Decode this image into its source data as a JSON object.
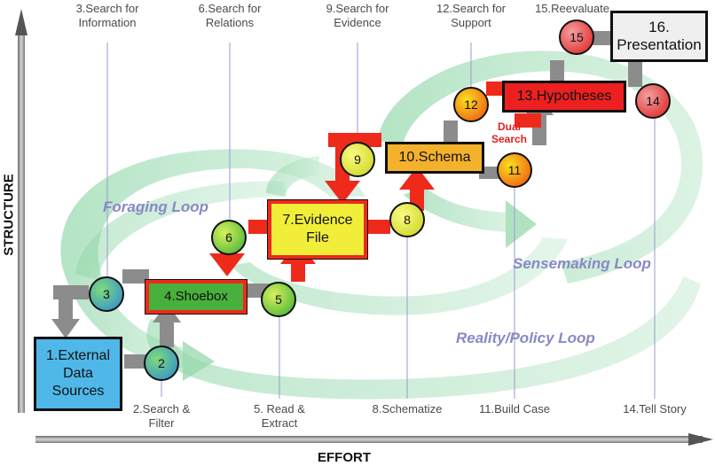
{
  "axes": {
    "y_label": "STRUCTURE",
    "x_label": "EFFORT"
  },
  "loops": {
    "foraging": "Foraging Loop",
    "sensemaking": "Sensemaking Loop",
    "reality": "Reality/Policy Loop"
  },
  "top_labels": {
    "search_information": "3.Search for\nInformation",
    "search_relations": "6.Search for\nRelations",
    "search_evidence": "9.Search for\nEvidence",
    "search_support": "12.Search for\nSupport",
    "reevaluate": "15.Reevaluate"
  },
  "bottom_labels": {
    "search_filter": "2.Search &\nFilter",
    "read_extract": "5. Read &\nExtract",
    "schematize": "8.Schematize",
    "build_case": "11.Build Case",
    "tell_story": "14.Tell Story"
  },
  "boxes": {
    "external_data": "1.External\nData\nSources",
    "shoebox": "4.Shoebox",
    "evidence_file": "7.Evidence\nFile",
    "schema": "10.Schema",
    "hypotheses": "13.Hypotheses",
    "presentation": "16.\nPresentation"
  },
  "circles": {
    "c2": "2",
    "c3": "3",
    "c5": "5",
    "c6": "6",
    "c8": "8",
    "c9": "9",
    "c11": "11",
    "c12": "12",
    "c14": "14",
    "c15": "15"
  },
  "dual_search": "Dual\nSearch",
  "colors": {
    "band": "#8fd6a8",
    "red_arrow": "#ee2a1b",
    "gray_arrow": "#8c8c8c",
    "box_blue": "#4fb8e8",
    "box_green": "#48b03c",
    "box_yellow": "#f0ee38",
    "box_orange": "#f3b12c",
    "box_red": "#ec2020",
    "box_gray": "#efefef"
  }
}
